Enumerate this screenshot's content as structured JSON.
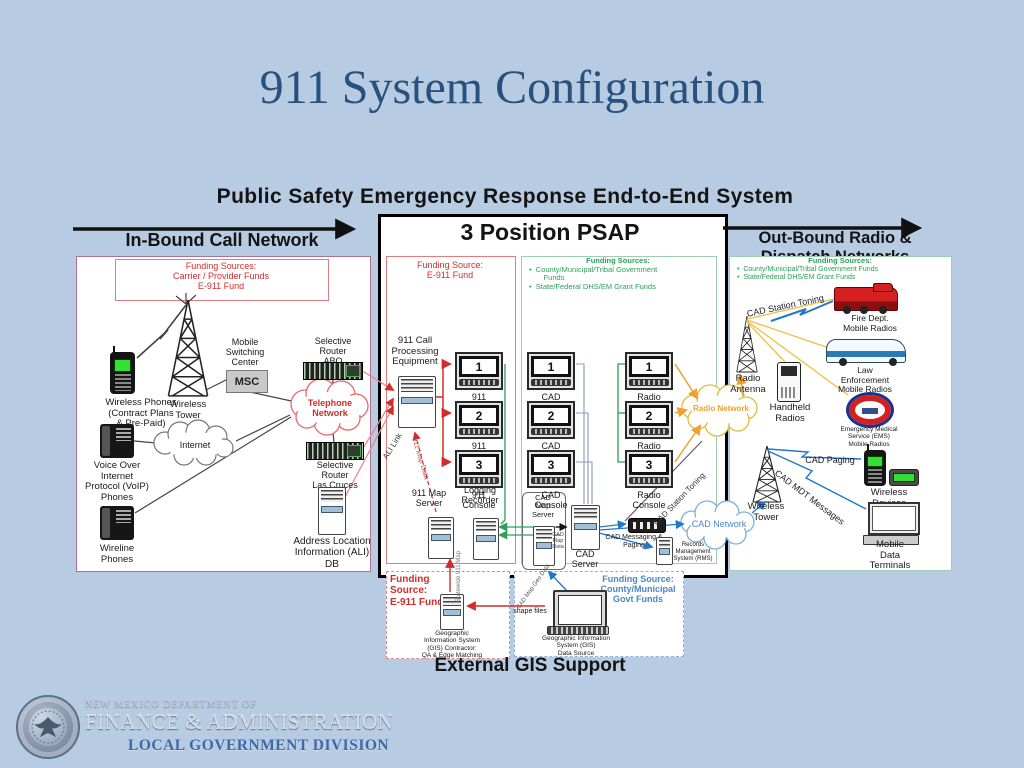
{
  "slide": {
    "title": "911 System Configuration"
  },
  "diagram": {
    "header": "Public Safety Emergency Response End-to-End System",
    "inbound": {
      "heading": "In-Bound Call Network",
      "funding": "Funding Sources:\nCarrier / Provider Funds\nE-911 Fund",
      "wireless_phones": "Wireless Phones\n(Contract Plans\n& Pre-Paid)",
      "wireless_tower": "Wireless\nTower",
      "msc_caption": "Mobile\nSwitching\nCenter",
      "msc": "MSC",
      "router_abq": "Selective\nRouter\nABQ",
      "telephone_network": "Telephone\nNetwork",
      "internet": "Internet",
      "voip_phones": "Voice Over\nInternet\nProtocol (VoIP)\nPhones",
      "wireline_phones": "Wireline\nPhones",
      "router_lc": "Selective\nRouter\nLas Cruces",
      "ali_db": "Address Location\nInformation (ALI)\nDB",
      "ali_link": "ALI Link"
    },
    "psap": {
      "heading": "3 Position PSAP",
      "funding_e911": "Funding Source:\nE-911 Fund",
      "funding_sources_title": "Funding Sources:",
      "funding_bullets": "•  County/Municipal/Tribal Government\n       Funds\n•  State/Federal DHS/EM Grant Funds",
      "call_processing": "911 Call\nProcessing\nEquipment",
      "consoles_911": [
        {
          "num": "1",
          "label": "911 Console"
        },
        {
          "num": "2",
          "label": "911 Console"
        },
        {
          "num": "3",
          "label": "911 Console"
        }
      ],
      "consoles_cad": [
        {
          "num": "1",
          "label": "CAD Console"
        },
        {
          "num": "2",
          "label": "CAD Console"
        },
        {
          "num": "3",
          "label": "CAD Console"
        }
      ],
      "consoles_radio": [
        {
          "num": "1",
          "label": "Radio Console"
        },
        {
          "num": "2",
          "label": "Radio Console"
        },
        {
          "num": "3",
          "label": "Radio Console"
        }
      ],
      "map_data_link": "911 Map Data",
      "map_server": "911 Map\nServer",
      "logging_recorder": "Logging\nRecorder",
      "cad_map_server": "CAD\nMap\nServer",
      "cad_map_data": "CAD\nMap\nData",
      "cad_server": "CAD\nServer",
      "cad_messaging": "CAD Messaging &\nPaging",
      "rms": "Records\nManagement\nSystem (RMS)",
      "cad_station_toning": "CAD Station Toning",
      "radio_network": "Radio Network",
      "cad_network": "CAD Network"
    },
    "outbound": {
      "heading": "Out-Bound Radio &\nDispatch Networks",
      "funding_sources_title": "Funding Sources:",
      "funding_bullets": "•  County/Municipal/Tribal Government Funds\n•  State/Federal DHS/EM Grant Funds",
      "cad_station_toning": "CAD Station Toning",
      "fire": "Fire Dept.\nMobile Radios",
      "law": "Law\nEnforcement\nMobile Radios",
      "ems": "Emergency Medical\nService (EMS)\nMobile Radios",
      "radio_antenna": "Radio\nAntenna",
      "handheld": "Handheld\nRadios",
      "wireless_tower": "Wireless\nTower",
      "cad_paging": "CAD Paging",
      "cad_mdt": "CAD MDT Messages",
      "wireless_devices": "Wireless\nDevices",
      "mdt": "Mobile\nData\nTerminals"
    },
    "gis": {
      "heading": "External GIS Support",
      "left_funding": "Funding\nSource:\nE-911 Fund",
      "left_label": "Geographic\nInformation System\n(GIS) Contractor:\nQA & Edge Matching",
      "right_funding": "Funding Source:\nCounty/Municipal\nGovt Funds",
      "right_label": "Geographic Information\nSystem (GIS)\nData Source",
      "shape_files": "shape files",
      "statewide_map": "Statewide 911 Map",
      "cad_map_geo": "CAD Map Geo Data"
    }
  },
  "footer": {
    "line1": "NEW MEXICO DEPARTMENT OF",
    "line2": "FINANCE & ADMINISTRATION",
    "line3": "LOCAL GOVERNMENT DIVISION"
  },
  "colors": {
    "slide_bg": "#b7cbe2",
    "title": "#27517e",
    "red": "#d22c2c",
    "green": "#2aa05a",
    "blue": "#4a86c8",
    "orange": "#f0a030"
  }
}
